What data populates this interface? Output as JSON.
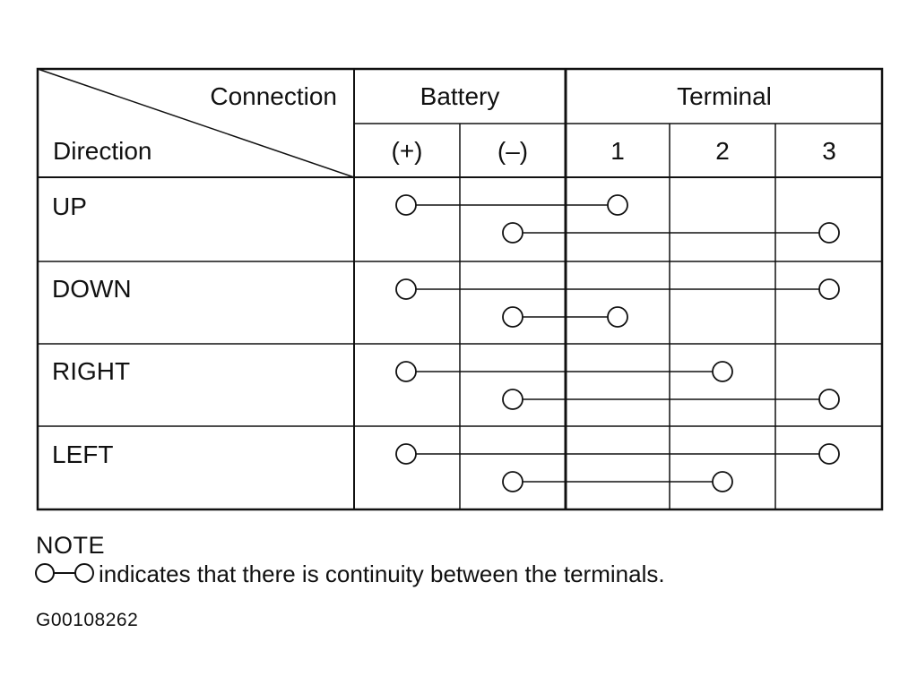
{
  "header": {
    "diagonal_top": "Connection",
    "diagonal_bottom": "Direction",
    "group_battery": "Battery",
    "group_terminal": "Terminal",
    "columns": [
      "(+)",
      "(–)",
      "1",
      "2",
      "3"
    ]
  },
  "rows": [
    {
      "label": "UP",
      "connections": [
        [
          "(+)",
          "1"
        ],
        [
          "(–)",
          "3"
        ]
      ]
    },
    {
      "label": "DOWN",
      "connections": [
        [
          "(+)",
          "3"
        ],
        [
          "(–)",
          "1"
        ]
      ]
    },
    {
      "label": "RIGHT",
      "connections": [
        [
          "(+)",
          "2"
        ],
        [
          "(–)",
          "3"
        ]
      ]
    },
    {
      "label": "LEFT",
      "connections": [
        [
          "(+)",
          "3"
        ],
        [
          "(–)",
          "2"
        ]
      ]
    }
  ],
  "note": {
    "title": "NOTE",
    "text": "indicates that there is continuity between the terminals."
  },
  "figure_id": "G00108262"
}
